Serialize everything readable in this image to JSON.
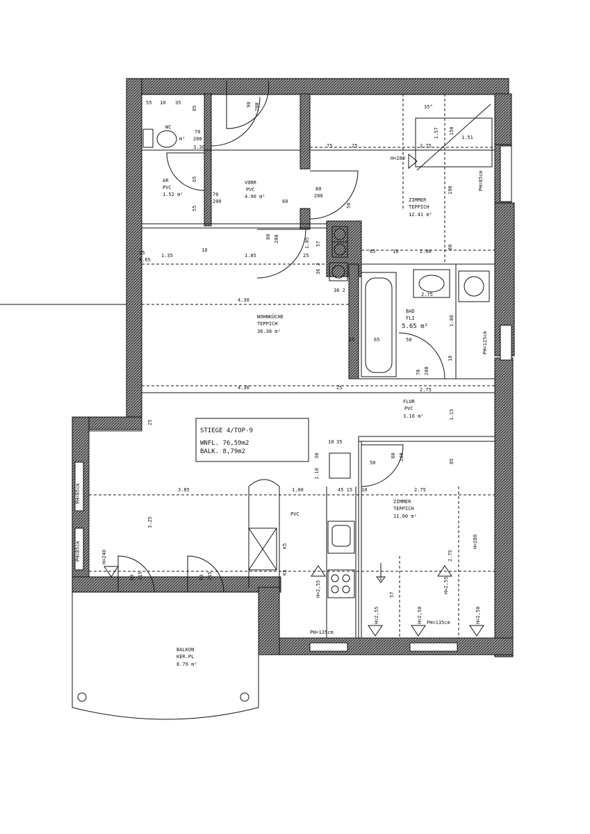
{
  "colors": {
    "ink": "#111111",
    "paper": "#ffffff"
  },
  "summary": {
    "project": "STIEGE 4/TOP-9",
    "living_area": "WNFL. 76,59m2",
    "balcony_area": "BALK.  8,79m2"
  },
  "rooms": {
    "wc": {
      "name": "WC",
      "area": "m²"
    },
    "ar": {
      "name": "AR",
      "floor": "PVC",
      "area": "1.52 m²"
    },
    "vorr": {
      "name": "VORR",
      "floor": "PVC",
      "area": "4.90 m²"
    },
    "zimmer1": {
      "name": "ZIMMER",
      "floor": "TEPPICH",
      "area": "12.41 m²"
    },
    "wohnkueche": {
      "name": "WOHNKÜCHE",
      "floor": "TEPPICH",
      "area": "36.38 m²"
    },
    "bad": {
      "name": "BAD",
      "floor": "FLI",
      "area": "5.65 m²"
    },
    "flur": {
      "name": "FLUR",
      "floor": "PVC",
      "area": "3.16 m²"
    },
    "zimmer2": {
      "name": "ZIMMER",
      "floor": "TEPPICH",
      "area": "11.00 m²"
    },
    "pvc": {
      "name": "PVC"
    },
    "balkon": {
      "name": "BALKON",
      "floor": "KER.PL",
      "area": "8.79 m²"
    }
  },
  "dimensions": {
    "d55": "55",
    "d10": "10",
    "d35a": "35",
    "d85": "85",
    "d70a": "70",
    "d200a": "200",
    "d330": "3.30",
    "d90": "90",
    "d200b": "200",
    "d75": "75",
    "d25a": "25",
    "d275a": "2.75",
    "d157": "1.57",
    "d150": "150",
    "d151": "1.51",
    "d35deg": "35°",
    "h280a": "H=280",
    "ph85a": "PH=85cm",
    "d65a": "65",
    "d55b": "55",
    "d70b": "70",
    "d200c": "200",
    "d80a": "80",
    "d200d": "200",
    "d60": "60",
    "d50a": "50",
    "d80b": "80",
    "d200e": "200",
    "d105": "1.05",
    "d57": "57",
    "d25b": "25",
    "d665": "6.65",
    "d135": "1.35",
    "d10b": "10",
    "d185": "1.85",
    "d25c": "25",
    "d362a": "36 2",
    "d362b": "36 2",
    "d65b": "65",
    "d10c": "10",
    "d200f": "2.00",
    "d190": "190",
    "d80c": "80",
    "d430a": "4.30",
    "d275b": "2.75",
    "d180": "1.80",
    "ph125": "PH=125cm",
    "d65c": "65",
    "d50b": "50",
    "d25d": "25",
    "d70c": "70",
    "d200g": "200",
    "d10d": "10",
    "d430b": "4.30",
    "d25e": "25",
    "d275c": "2.75",
    "d115": "1.15",
    "d25f": "25",
    "d10e": "10",
    "d35b": "35",
    "d80d": "80",
    "d200h": "200",
    "d50c": "50",
    "d85b": "85",
    "d110": "1.10",
    "d30": "30",
    "d385": "3.85",
    "d100": "1.00",
    "d4515": "45 15",
    "d10f": "10",
    "d275d": "2.75",
    "d325": "3.25",
    "ph85b": "PH=85cm",
    "ph85c": "PH=85cm",
    "h240a": "H=240",
    "d80e": "80",
    "d215a": "215",
    "d80f": "80",
    "d215b": "215",
    "k5a": "K5",
    "k5b": "K5",
    "h255a": "H=2,55",
    "h255b": "H=2,55",
    "h250a": "H=2,50",
    "h255c": "H=2,55",
    "h280b": "H=280",
    "d275e": "2.75",
    "ph135a": "PH=135cm",
    "ph135b": "PH=135cm",
    "h250b": "H=2,50",
    "d57b": "57"
  }
}
